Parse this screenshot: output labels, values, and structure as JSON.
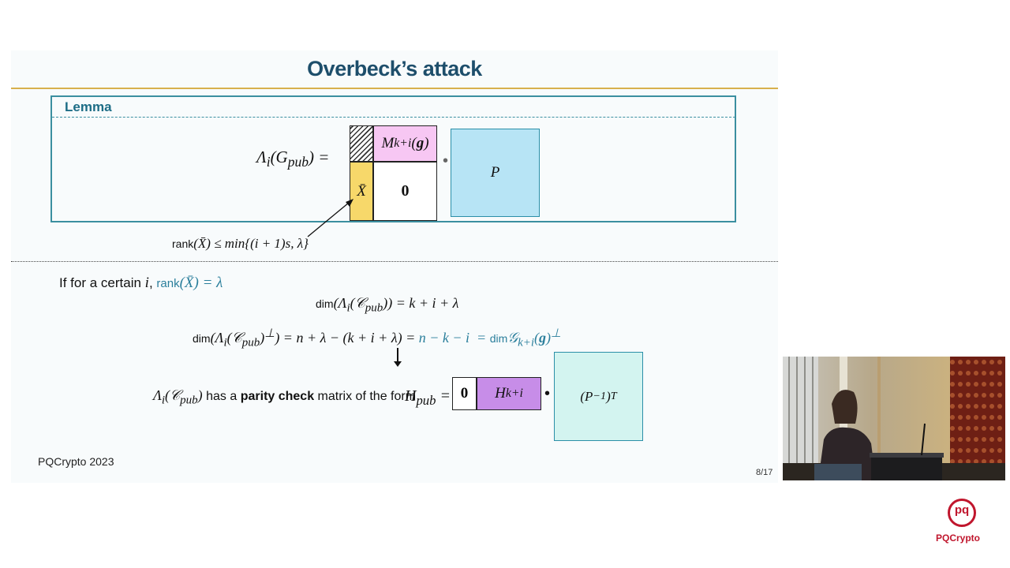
{
  "slide": {
    "title": "Overbeck’s attack",
    "lemma_title": "Lemma",
    "lemma": {
      "lhs": "Λi(Gpub) =",
      "m_block": "Mk+i(g)",
      "x_block": "X̄",
      "zero_block": "0",
      "p_block": "P",
      "rank_note": "rank(X̄) ≤ min{(i + 1)s, λ}"
    },
    "condition": {
      "prefix": "If for a certain i, ",
      "highlight": "rank(X̄) = λ"
    },
    "eq1": "dim(Λi(𝒞pub)) = k + i + λ",
    "eq2": {
      "black": "dim(Λi(𝒞pub)⊥) = n + λ − (k + i + λ) = ",
      "teal": "n − k − i  = dim𝒢k+i(g)⊥"
    },
    "parity": {
      "text_before": "Λi(𝒞pub) has a ",
      "text_bold": "parity check",
      "text_after": " matrix of the form",
      "hpub": "Hpub =",
      "zero_block": "0",
      "h_block": "Hk+i",
      "pinv_block": "(P−1)T"
    },
    "footer": "PQCrypto 2023",
    "page_number": "8/17"
  },
  "logo": {
    "symbol": "pq",
    "text": "PQCrypto"
  },
  "colors": {
    "title": "#1d4e6b",
    "accent_gold": "#d8b04c",
    "teal": "#2b7f9c",
    "magenta_block": "#f7c7f3",
    "yellow_block": "#f7d86a",
    "cyan_block": "#b7e4f5",
    "purple_block": "#c78de8",
    "mint_block": "#d3f4f0",
    "logo_red": "#c0162d"
  }
}
